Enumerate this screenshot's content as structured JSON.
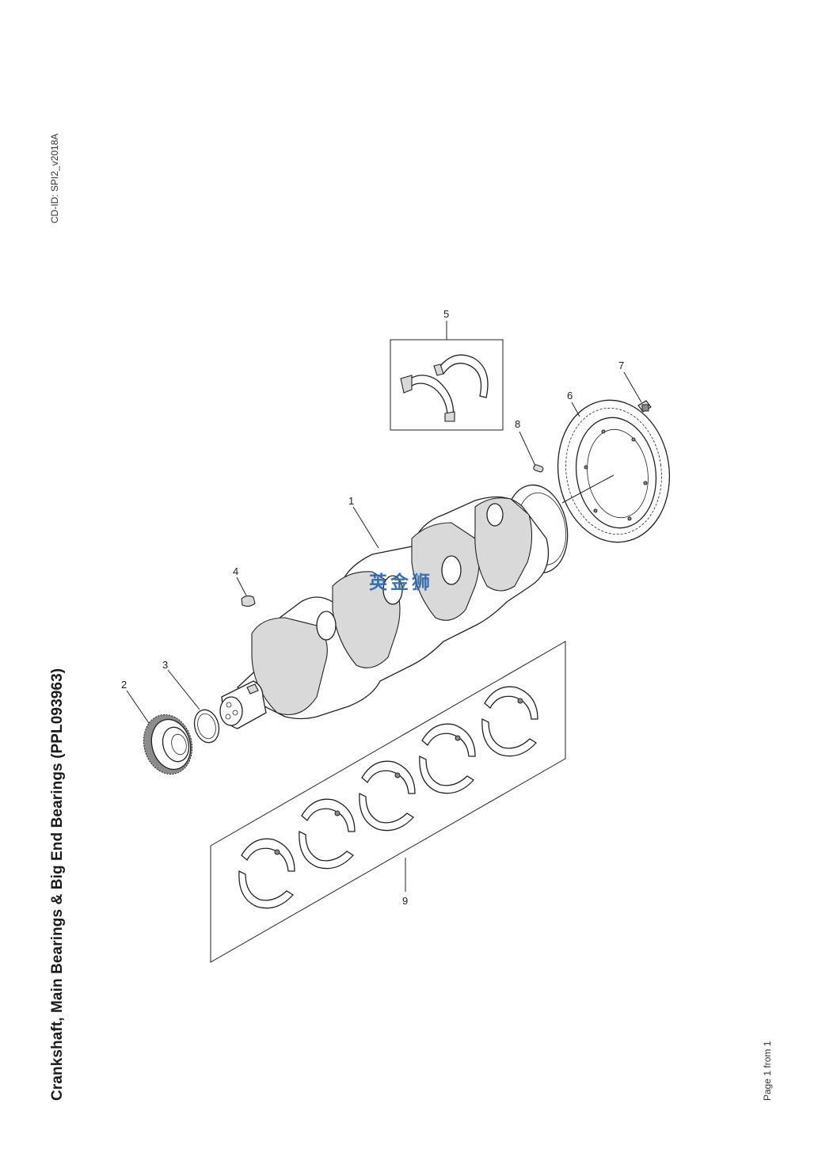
{
  "document": {
    "title": "Crankshaft, Main Bearings & Big End Bearings (PPL093963)",
    "cd_id": "CD-ID: SPI2_v2018A",
    "page_count": "Page 1 from 1"
  },
  "watermark": "英金狮",
  "callouts": [
    "1",
    "2",
    "3",
    "4",
    "5",
    "6",
    "7",
    "8",
    "9"
  ]
}
